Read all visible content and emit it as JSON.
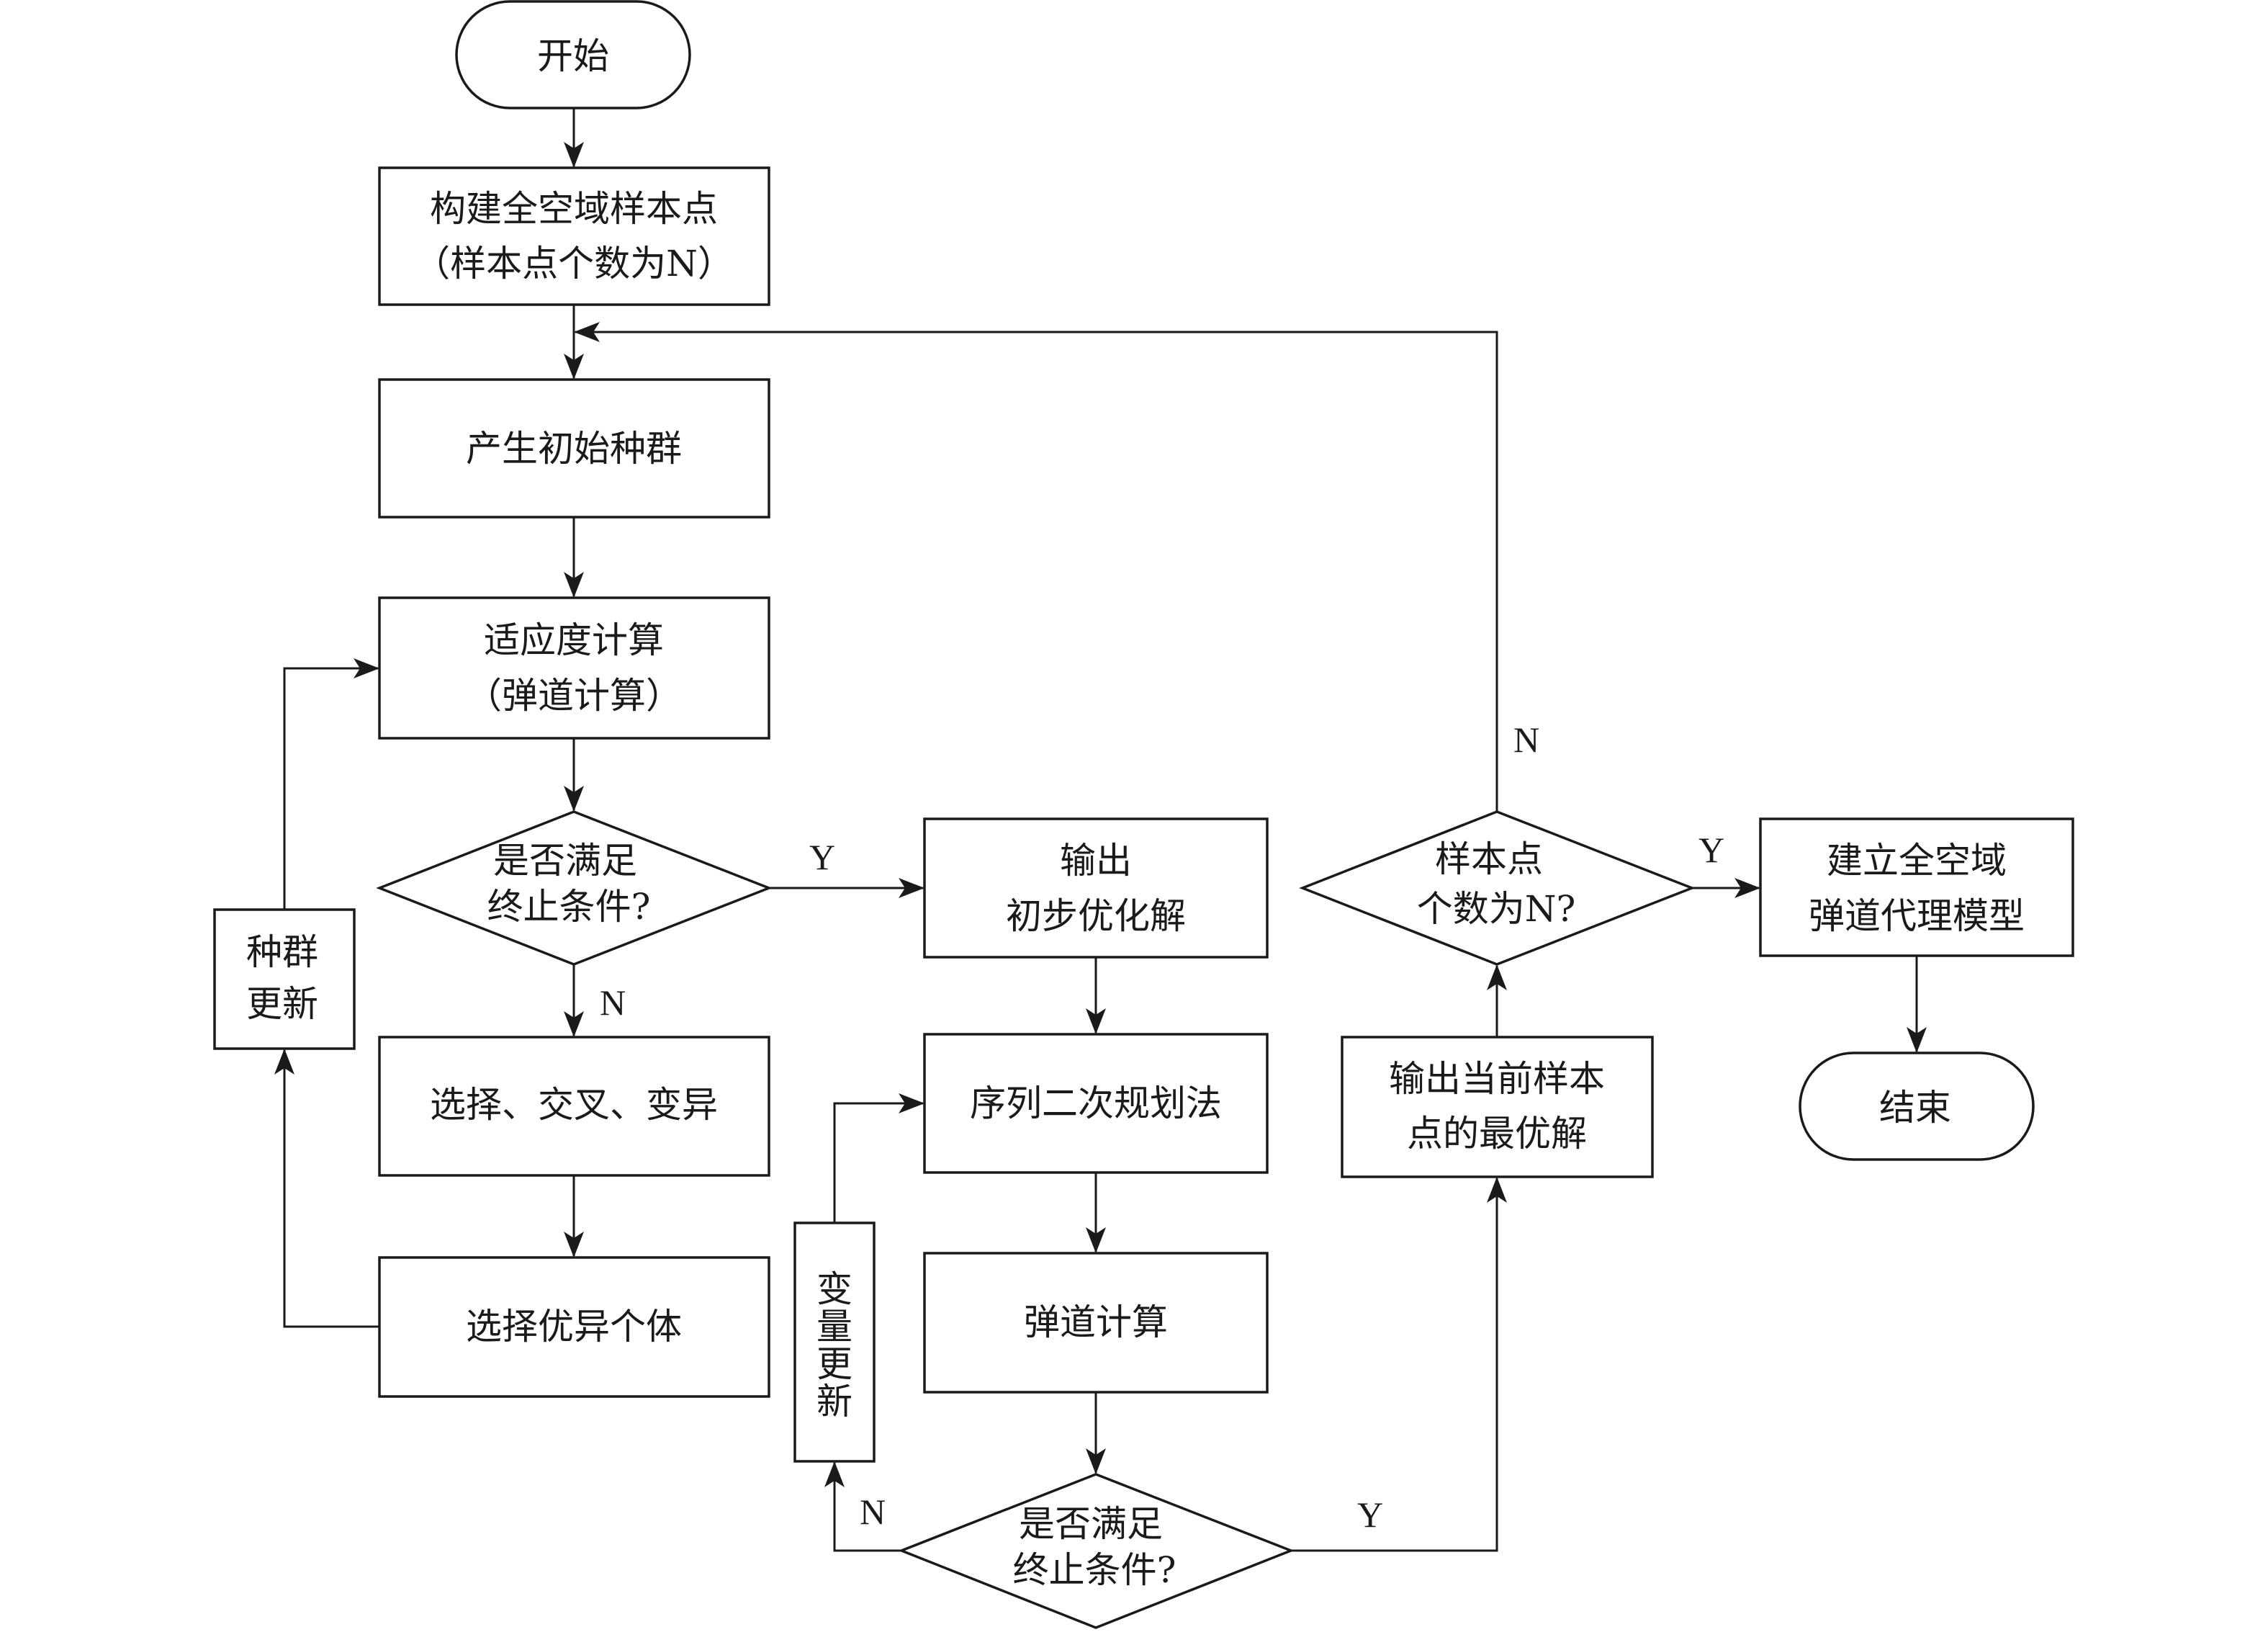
{
  "diagram": {
    "type": "flowchart",
    "nodes": {
      "start": {
        "label": "开始"
      },
      "build_samples": {
        "line1": "构建全空域样本点",
        "line2": "（样本点个数为N）"
      },
      "init_population": {
        "label": "产生初始种群"
      },
      "fitness": {
        "line1": "适应度计算",
        "line2": "（弹道计算）"
      },
      "ga_check": {
        "line1": "是否满足",
        "line2": "终止条件?"
      },
      "population_update": {
        "line1": "种群",
        "line2": "更新"
      },
      "select_cross_mutate": {
        "label": "选择、交叉、变异"
      },
      "select_best": {
        "label": "选择优异个体"
      },
      "output_initial": {
        "line1": "输出",
        "line2": "初步优化解"
      },
      "sqp": {
        "label": "序列二次规划法"
      },
      "ballistic_calc": {
        "label": "弹道计算"
      },
      "sqp_check": {
        "line1": "是否满足",
        "line2": "终止条件?"
      },
      "variable_update": {
        "chars": [
          "变",
          "量",
          "更",
          "新"
        ]
      },
      "output_current": {
        "line1": "输出当前样本",
        "line2": "点的最优解"
      },
      "sample_check": {
        "line1": "样本点",
        "line2": "个数为N?"
      },
      "build_model": {
        "line1": "建立全空域",
        "line2": "弹道代理模型"
      },
      "end": {
        "label": "结束"
      }
    },
    "edge_labels": {
      "ga_yes": "Y",
      "ga_no": "N",
      "sqp_yes": "Y",
      "sqp_no": "N",
      "sample_yes": "Y",
      "sample_no": "N"
    }
  }
}
